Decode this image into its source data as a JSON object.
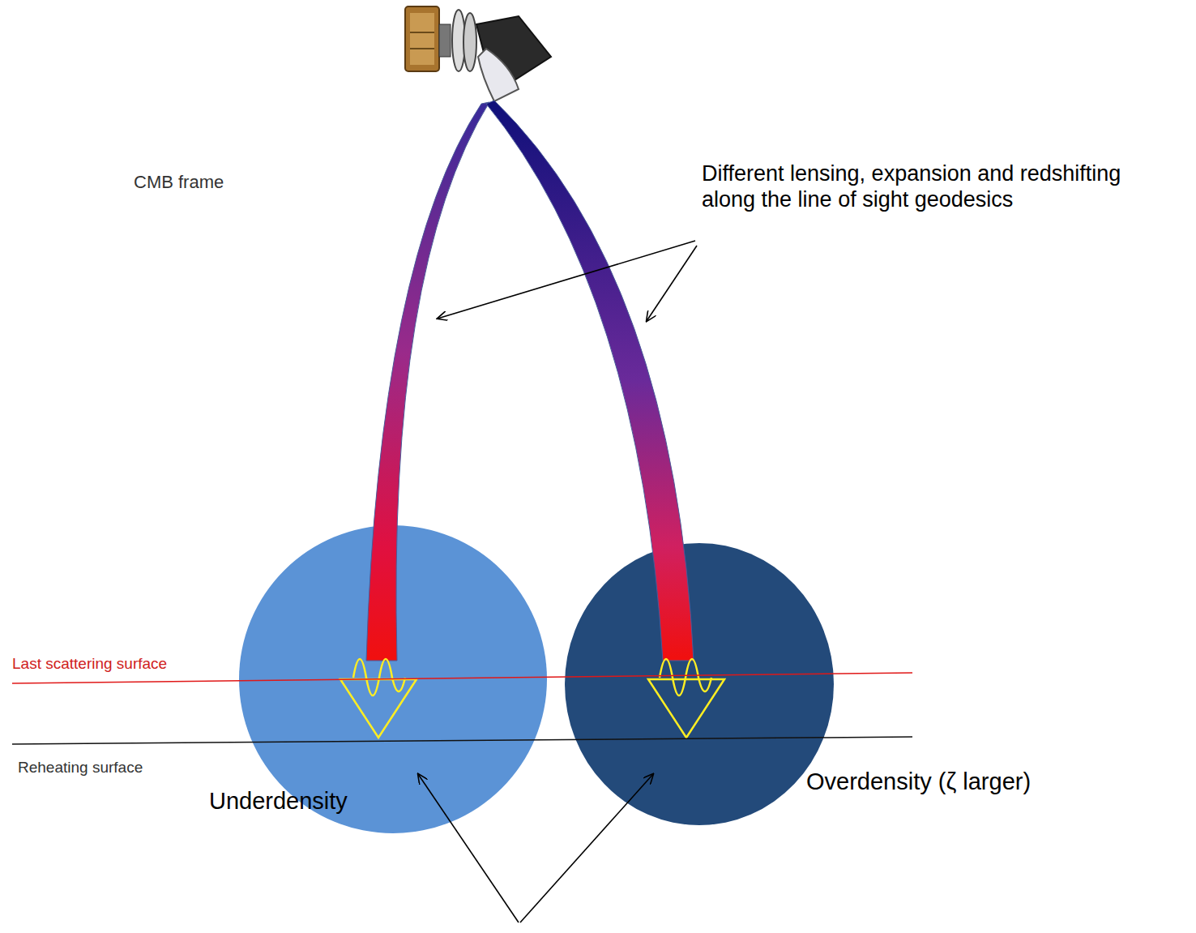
{
  "diagram": {
    "nodes": [
      {
        "text": [
          "Underdensity"
        ]
      },
      {
        "text": [
          "Overdensity (ζ larger)"
        ]
      }
    ],
    "labels": [
      "CMB frame",
      "Different lensing, expansion and redshifting along the line of sight geodesics",
      "Last scattering surface",
      "Reheating surface"
    ]
  }
}
